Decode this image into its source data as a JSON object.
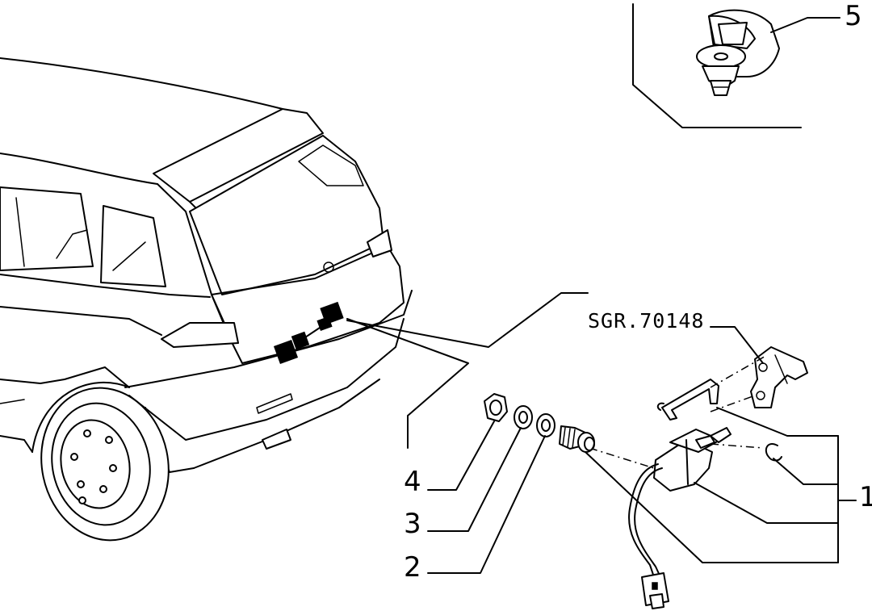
{
  "diagram": {
    "reference_code": "SGR.70148",
    "callouts": [
      "1",
      "2",
      "3",
      "4",
      "5"
    ]
  }
}
